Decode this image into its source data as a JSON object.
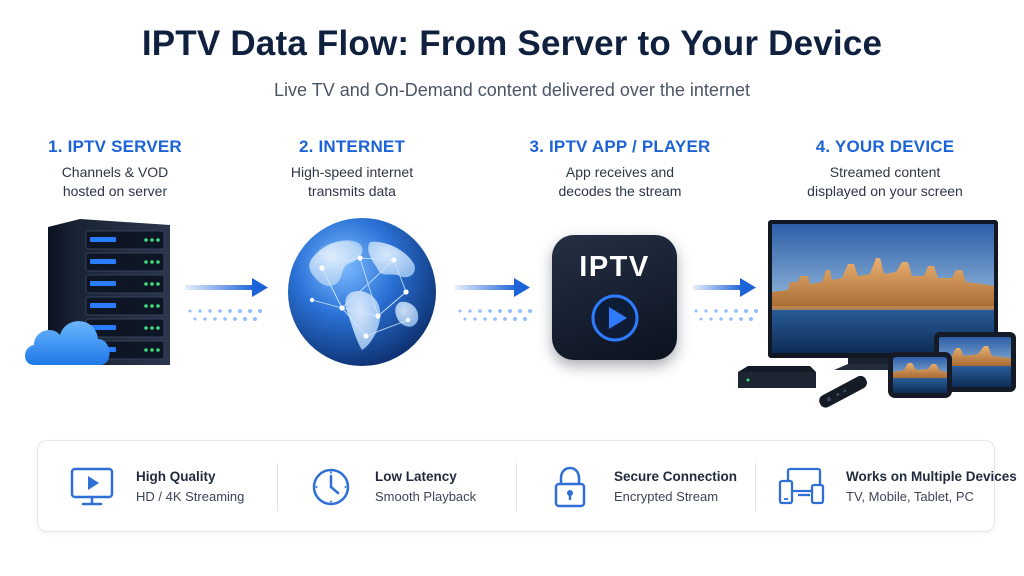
{
  "title": "IPTV Data Flow: From Server to Your Device",
  "subtitle": "Live TV and On-Demand content delivered over the internet",
  "steps": [
    {
      "title": "1. IPTV SERVER",
      "desc_line1": "Channels & VOD",
      "desc_line2": "hosted on server",
      "icon": "server-rack-icon"
    },
    {
      "title": "2. INTERNET",
      "desc_line1": "High-speed internet",
      "desc_line2": "transmits data",
      "icon": "globe-icon"
    },
    {
      "title": "3. IPTV APP / PLAYER",
      "desc_line1": "App receives and",
      "desc_line2": "decodes the stream",
      "icon": "iptv-app-icon",
      "app_label": "IPTV"
    },
    {
      "title": "4. YOUR DEVICE",
      "desc_line1": "Streamed content",
      "desc_line2": "displayed on your screen",
      "icon": "tv-devices-icon"
    }
  ],
  "features": [
    {
      "name": "High Quality",
      "desc": "HD / 4K Streaming",
      "icon": "monitor-play-icon"
    },
    {
      "name": "Low Latency",
      "desc": "Smooth Playback",
      "icon": "clock-icon"
    },
    {
      "name": "Secure Connection",
      "desc": "Encrypted Stream",
      "icon": "lock-icon"
    },
    {
      "name": "Works on Multiple Devices",
      "desc": "TV, Mobile, Tablet, PC",
      "icon": "multi-device-icon"
    }
  ],
  "colors": {
    "accent": "#1d63d8",
    "title": "#10213f",
    "icon_blue": "#2f6fd6"
  }
}
